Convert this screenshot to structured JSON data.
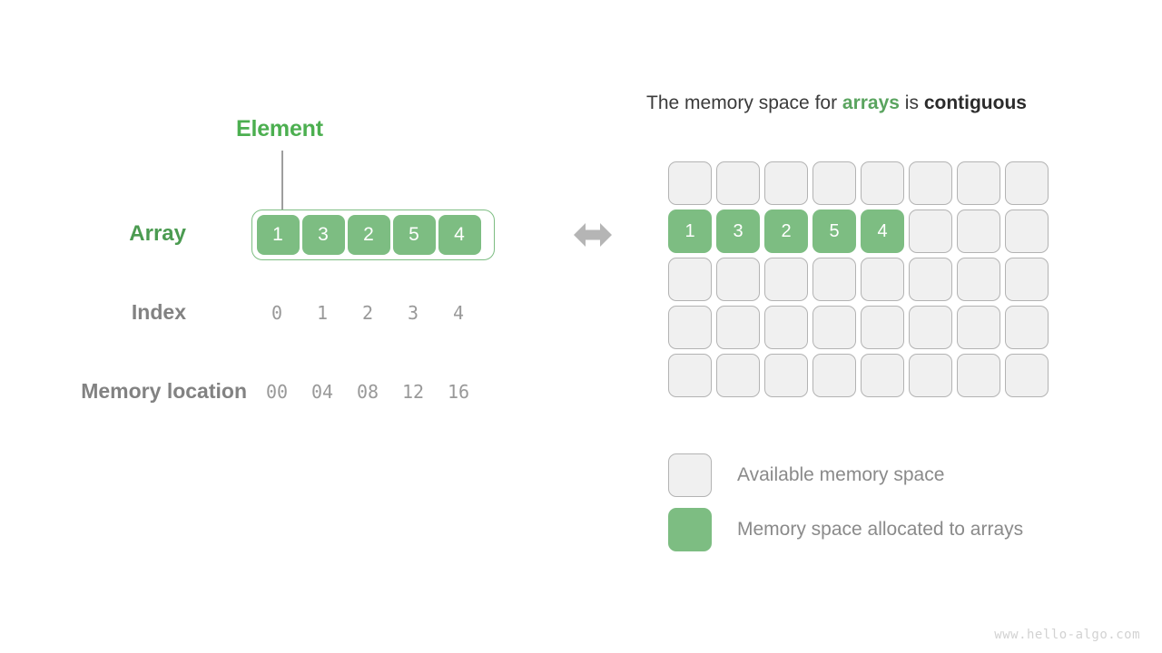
{
  "left_panel": {
    "element_callout": "Element",
    "rows": {
      "array_label": "Array",
      "index_label": "Index",
      "memory_label": "Memory location"
    },
    "array_values": [
      "1",
      "3",
      "2",
      "5",
      "4"
    ],
    "index_values": [
      "0",
      "1",
      "2",
      "3",
      "4"
    ],
    "memory_values": [
      "00",
      "04",
      "08",
      "12",
      "16"
    ]
  },
  "right_panel": {
    "title": {
      "prefix": "The memory space for ",
      "highlight": "arrays",
      "middle": " is ",
      "strong": "contiguous"
    },
    "grid": {
      "columns": 8,
      "rows": 5,
      "filled_row_index": 1,
      "filled_values": [
        "1",
        "3",
        "2",
        "5",
        "4"
      ]
    },
    "legend": [
      {
        "swatch": "empty",
        "label": "Available memory space"
      },
      {
        "swatch": "filled",
        "label": "Memory space allocated to arrays"
      }
    ]
  },
  "colors": {
    "green": "#7dbd82",
    "green_text": "#4b9b51",
    "element_green": "#4caf50",
    "gray_text": "#8a8a8a",
    "empty_cell": "#f0f0f0",
    "empty_border": "#b3b3b3",
    "arrow": "#b5b5b5"
  },
  "watermark": "www.hello-algo.com"
}
